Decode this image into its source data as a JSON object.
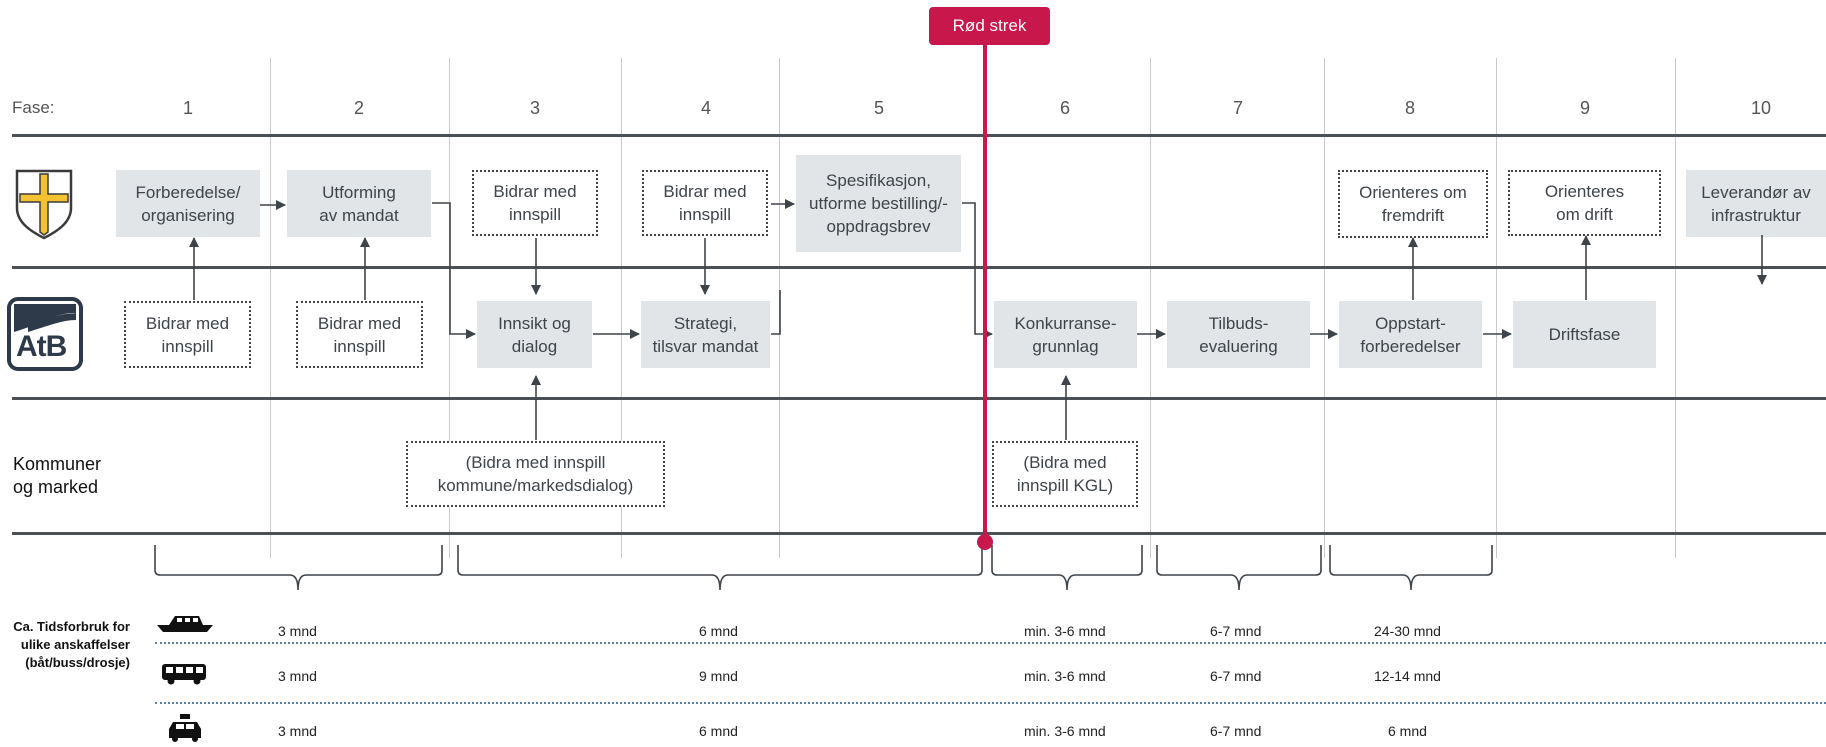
{
  "phase_label": "Fase:",
  "phases": [
    "1",
    "2",
    "3",
    "4",
    "5",
    "6",
    "7",
    "8",
    "9",
    "10"
  ],
  "red_line_label": "Rød strek",
  "logo_atb_text": "AtB",
  "row_label_kommuner": "Kommuner\nog marked",
  "fylke_row": {
    "forberedelse": "Forberedelse/\norganisering",
    "utforming": "Utforming\nav mandat",
    "bidrar3": "Bidrar med\ninnspill",
    "bidrar4": "Bidrar med\ninnspill",
    "spesifikasjon": "Spesifikasjon,\nutforme bestilling/-\noppdragsbrev",
    "orienteres_fremdrift": "Orienteres om\nfremdrift",
    "orienteres_drift": "Orienteres\nom drift",
    "leverandor": "Leverandør av\ninfrastruktur"
  },
  "atb_row": {
    "bidrar1": "Bidrar med\ninnspill",
    "bidrar2": "Bidrar med\ninnspill",
    "innsikt": "Innsikt og\ndialog",
    "strategi": "Strategi,\ntilsvar mandat",
    "konkurranse": "Konkurranse-\ngrunnlag",
    "tilbud": "Tilbuds-\nevaluering",
    "oppstart": "Oppstart-\nforberedelser",
    "drift": "Driftsfase"
  },
  "kommune_row": {
    "markedsdialog": "(Bidra med innspill\nkommune/markedsdialog)",
    "kgl": "(Bidra med\ninnspill KGL)"
  },
  "time_label": "Ca. Tidsforbruk for\nulike anskaffelser\n(båt/buss/drosje)",
  "time_rows": [
    {
      "icon": "boat-icon",
      "values": [
        "3 mnd",
        "6 mnd",
        "min. 3-6 mnd",
        "6-7 mnd",
        "24-30 mnd"
      ]
    },
    {
      "icon": "bus-icon",
      "values": [
        "3 mnd",
        "9 mnd",
        "min. 3-6 mnd",
        "6-7 mnd",
        "12-14 mnd"
      ]
    },
    {
      "icon": "taxi-icon",
      "values": [
        "3 mnd",
        "6 mnd",
        "min. 3-6 mnd",
        "6-7 mnd",
        "6 mnd"
      ]
    }
  ],
  "colors": {
    "accent_red": "#c8174b",
    "box_fill": "#e1e5e8",
    "line_dark": "#4b5057",
    "grid_grey": "#c9c9c9",
    "dotted_blue": "#5d7fa0",
    "atb_navy": "#2e3a4a",
    "shield_gold": "#f2c230"
  }
}
